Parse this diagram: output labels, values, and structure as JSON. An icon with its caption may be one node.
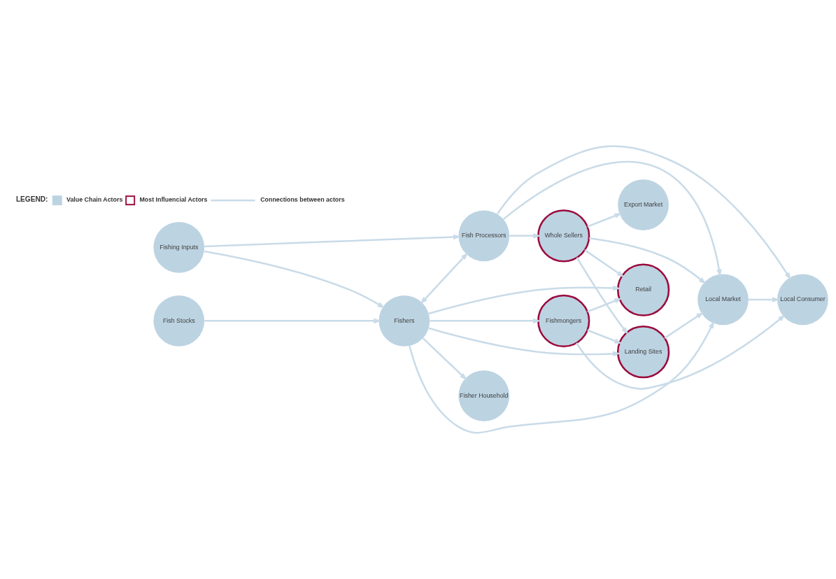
{
  "diagram": {
    "nodes": [
      {
        "text": [
          "Fishing Inputs"
        ]
      },
      {
        "text": [
          "Fish Stocks"
        ]
      },
      {
        "text": [
          "Fish Processors"
        ]
      },
      {
        "text": [
          "Local Consumer"
        ]
      },
      {
        "text": [
          "Fishers"
        ]
      },
      {
        "text": [
          "Local Market"
        ]
      },
      {
        "text": [
          "Export Market"
        ]
      },
      {
        "text": [
          "Landing Sites"
        ]
      },
      {
        "text": [
          "Whole Sellers"
        ]
      },
      {
        "text": [
          "Fisher Household"
        ]
      },
      {
        "text": [
          "Retail"
        ]
      },
      {
        "text": [
          "Fishmongers"
        ]
      }
    ],
    "edges": [
      {
        "from": 0,
        "to": 4,
        "arrow": "to"
      },
      {
        "from": 0,
        "to": 2,
        "arrow": "to"
      },
      {
        "from": 1,
        "to": 4,
        "arrow": "to"
      },
      {
        "from": 4,
        "to": 2,
        "arrow": "both"
      },
      {
        "from": 2,
        "to": 3,
        "arrow": "to"
      },
      {
        "from": 2,
        "to": 5,
        "arrow": "to"
      },
      {
        "from": 2,
        "to": 8,
        "arrow": "to"
      },
      {
        "from": 4,
        "to": 5,
        "arrow": "to"
      },
      {
        "from": 4,
        "to": 7,
        "arrow": "to"
      },
      {
        "from": 7,
        "to": 5,
        "arrow": "to"
      },
      {
        "from": 4,
        "to": 9,
        "arrow": "to"
      },
      {
        "from": 4,
        "to": 11,
        "arrow": "to"
      },
      {
        "from": 4,
        "to": 10,
        "arrow": "to"
      },
      {
        "from": 5,
        "to": 3,
        "arrow": "to"
      },
      {
        "from": 11,
        "to": 3,
        "arrow": "to"
      },
      {
        "from": 8,
        "to": 5,
        "arrow": "to"
      },
      {
        "from": 8,
        "to": 6,
        "arrow": "to"
      },
      {
        "from": 8,
        "to": 7,
        "arrow": "to"
      },
      {
        "from": 8,
        "to": 10,
        "arrow": "to"
      },
      {
        "from": 11,
        "to": 7,
        "arrow": "to"
      },
      {
        "from": 11,
        "to": 10,
        "arrow": "to"
      }
    ],
    "labels": [
      "LEGEND:"
    ],
    "legend": [
      {
        "text": "Value Chain Actors",
        "color": "#bcd3e2"
      },
      {
        "text": "Most Influencial Actors"
      },
      {
        "text": "Connections between actors"
      }
    ]
  }
}
